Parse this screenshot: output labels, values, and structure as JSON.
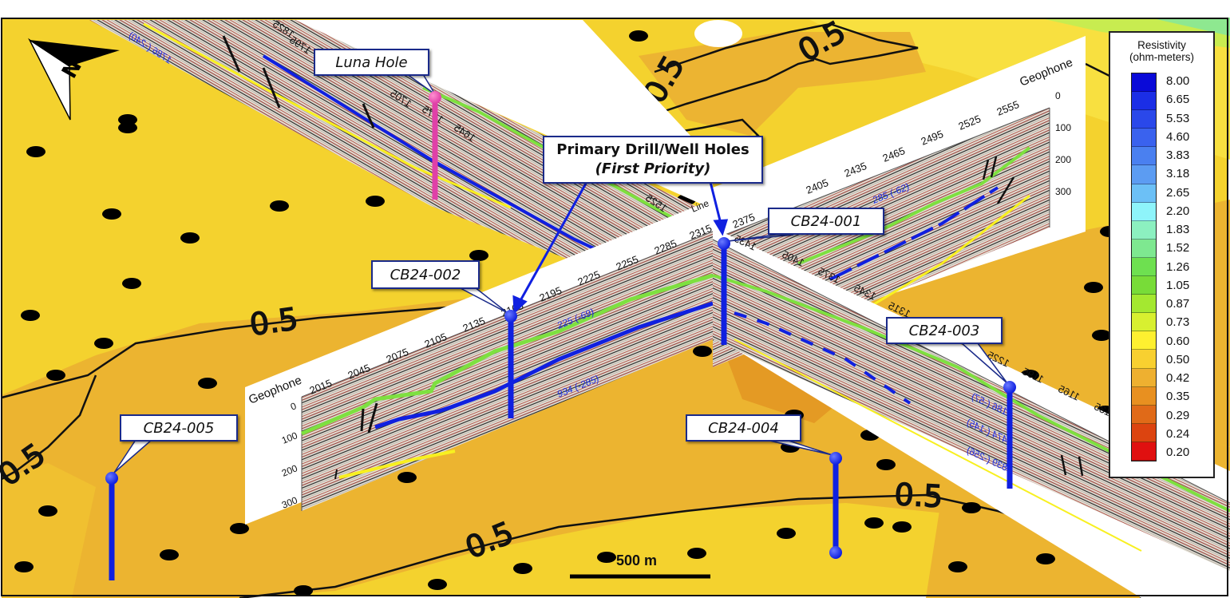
{
  "legend": {
    "title_line1": "Resistivity",
    "title_line2": "(ohm-meters)",
    "labels": [
      "8.00",
      "6.65",
      "5.53",
      "4.60",
      "3.83",
      "3.18",
      "2.65",
      "2.20",
      "1.83",
      "1.52",
      "1.26",
      "1.05",
      "0.87",
      "0.73",
      "0.60",
      "0.50",
      "0.42",
      "0.35",
      "0.29",
      "0.24",
      "0.20"
    ],
    "colors": [
      "#0a0ad8",
      "#1b2ee6",
      "#2a48ea",
      "#3a62ee",
      "#4a80f0",
      "#5c9cf2",
      "#6cc0f6",
      "#8ef4fa",
      "#8cf0c0",
      "#7ee890",
      "#6ee050",
      "#78dc38",
      "#a4e830",
      "#d8f030",
      "#fef030",
      "#f8d030",
      "#eeb030",
      "#e89020",
      "#e06a18",
      "#dc4410",
      "#e01010"
    ]
  },
  "callouts": {
    "luna": "Luna Hole",
    "primary_line1": "Primary Drill/Well Holes",
    "primary_line2": "(First Priority)",
    "cb001": "CB24-001",
    "cb002": "CB24-002",
    "cb003": "CB24-003",
    "cb004": "CB24-004",
    "cb005": "CB24-005"
  },
  "sections": {
    "front_left": {
      "axis_label": "Geophone",
      "ticks": [
        "2015",
        "2045",
        "2075",
        "2105",
        "2135",
        "2165",
        "2195",
        "2225",
        "2255",
        "2285",
        "2315"
      ],
      "depths": [
        "0",
        "100",
        "200",
        "300"
      ],
      "annotations": [
        "225 (-69)",
        "934 (-285)"
      ]
    },
    "back_right": {
      "axis_label": "Geophone",
      "ticks": [
        "2375",
        "2405",
        "2435",
        "2465",
        "2495",
        "2525",
        "2555"
      ],
      "depths": [
        "0",
        "100",
        "200",
        "300"
      ],
      "annotations": [
        "285 (-62)"
      ],
      "line_label": "Line"
    },
    "front_right": {
      "ticks": [
        "1435",
        "1405",
        "1375",
        "1345",
        "1315",
        "1225",
        "1195",
        "1165",
        "1135"
      ],
      "annotations": [
        "186 (-57)",
        "474 (-145)",
        "839 (-256)"
      ]
    },
    "back_left": {
      "ticks": [
        "1825",
        "1795",
        "1705",
        "1675",
        "1645",
        "1525"
      ],
      "annotations": [
        "1786 (-240)"
      ]
    }
  },
  "map": {
    "contour_label": "0.5",
    "north_label": "N",
    "scale_bar": "500 m"
  },
  "colors": {
    "well_primary": "#1020e0",
    "well_luna": "#e040a8",
    "horizon_green": "#7ee040",
    "horizon_blue": "#1020e0",
    "horizon_yellow": "#f8f020"
  }
}
